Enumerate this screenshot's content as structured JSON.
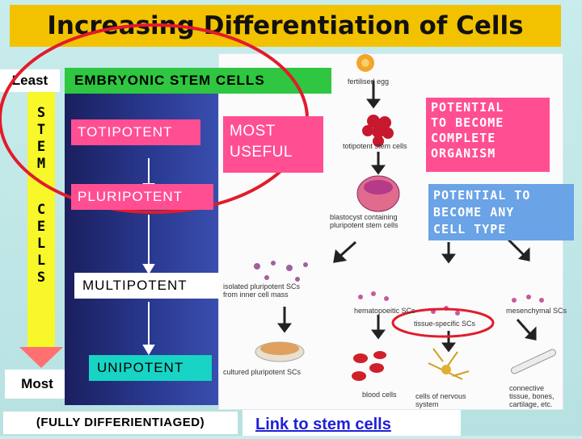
{
  "title": "Increasing Differentiation of Cells",
  "scale": {
    "least": "Least",
    "most": "Most",
    "vertical_label": [
      "S",
      "T",
      "E",
      "M",
      "C",
      "E",
      "L",
      "L",
      "S"
    ]
  },
  "header_bar": "EMBRYONIC STEM CELLS",
  "potency_levels": [
    "TOTIPOTENT",
    "PLURIPOTENT",
    "MULTIPOTENT",
    "UNIPOTENT"
  ],
  "fully_label": "(FULLY DIFFERIENTIAGED)",
  "most_useful": [
    "MOST",
    "USEFUL"
  ],
  "callouts": {
    "complete_organism": [
      "POTENTIAL",
      "TO BECOME",
      "COMPLETE",
      "ORGANISM"
    ],
    "any_cell_type": [
      "POTENTIAL TO",
      "BECOME ANY",
      "CELL TYPE"
    ]
  },
  "link_text": "Link to stem cells",
  "figure_labels": {
    "fertilised_egg": "fertilised egg",
    "totipotent": "totipotent stem cells",
    "blastocyst": "blastocyst containing pluripotent stem cells",
    "isolated": "isolated pluripotent SCs from inner cell mass",
    "hemato": "hematopoeitic SCs",
    "mesen": "mesenchymal SCs",
    "tissue": "tissue-specific SCs",
    "cultured": "cultured pluripotent SCs",
    "blood": "blood cells",
    "nervous": "cells of nervous system",
    "connective": "connective tissue, bones, cartilage, etc."
  },
  "colors": {
    "title_bg": "#f2c200",
    "pink": "#ff4f92",
    "green": "#2fc641",
    "blue": "#6aa3e6",
    "circle": "#e21b2b"
  }
}
